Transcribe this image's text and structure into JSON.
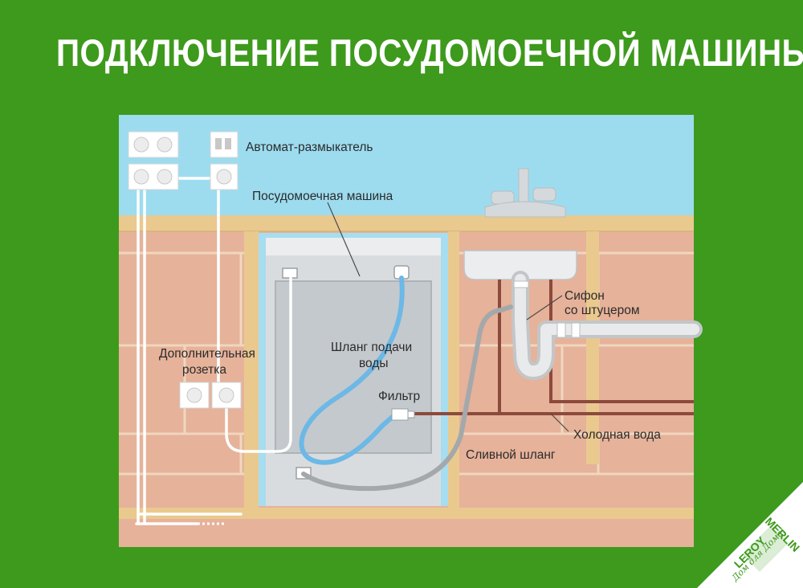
{
  "title": "ПОДКЛЮЧЕНИЕ ПОСУДОМОЕЧНОЙ МАШИНЫ",
  "labels": {
    "breaker": "Автомат-размыкатель",
    "dishwasher": "Посудомоечная машина",
    "extra_socket_1": "Дополнительная",
    "extra_socket_2": "розетка",
    "inlet_hose_1": "Шланг подачи",
    "inlet_hose_2": "воды",
    "filter": "Фильтр",
    "siphon_1": "Сифон",
    "siphon_2": "со штуцером",
    "cold_water": "Холодная вода",
    "drain_hose": "Сливной шланг"
  },
  "logo": {
    "brand_1": "LEROY",
    "brand_2": "MERLIN",
    "slogan": "Дом для Дома!"
  },
  "colors": {
    "background": "#3d9a1c",
    "wall": "#e6b29a",
    "sky": "#9ddcef",
    "countertop": "#eac98f",
    "inlet_hose": "#6cb8e6",
    "drain_hose": "#a4a8ab",
    "cold_pipe": "#8c4a3c",
    "cable": "#ffffff"
  }
}
